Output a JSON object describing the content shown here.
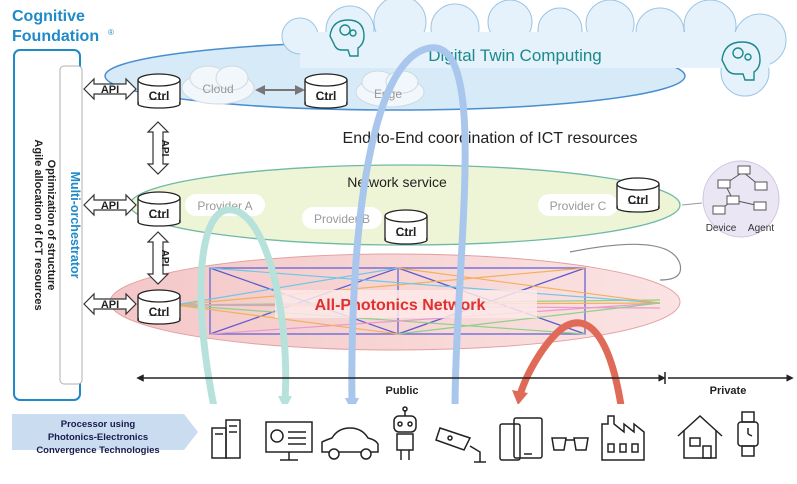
{
  "brand": {
    "line1": "Cognitive",
    "line2": "Foundation",
    "mark": "®"
  },
  "orchestrator": {
    "title": "Multi-orchestrator",
    "line1": "Agile allocation of ICT resources",
    "line2": "Optimization of structure"
  },
  "api_label": "API",
  "ctrl_label": "Ctrl",
  "layers": {
    "digital_twin": "Digital Twin Computing",
    "cloud": "Cloud",
    "edge": "Edge",
    "coordination": "End-to-End coordination of ICT resources",
    "network_service": "Network service",
    "provider_a": "Provider A",
    "provider_b": "Provider B",
    "provider_c": "Provider C",
    "apn": "All-Photonics Network"
  },
  "device_agent": {
    "device": "Device",
    "agent": "Agent"
  },
  "scope": {
    "public": "Public",
    "private": "Private"
  },
  "processor": {
    "line1": "Processor using",
    "line2": "Photonics-Electronics",
    "line3": "Convergence Technologies"
  },
  "devices": [
    "servers-icon",
    "monitor-icon",
    "car-icon",
    "robot-icon",
    "camera-icon",
    "phone-tablet-icon",
    "glasses-icon",
    "factory-icon",
    "home-icon",
    "watch-icon"
  ],
  "colors": {
    "brand_blue": "#1f8ac9",
    "teal_text": "#1a8a8a",
    "apn_red": "#e03030",
    "cloud_blue": "#cfe6f7",
    "network_green": "#eef4d8",
    "apn_pink": "#f7d4d4",
    "processor_bg": "#c9dcf0"
  }
}
